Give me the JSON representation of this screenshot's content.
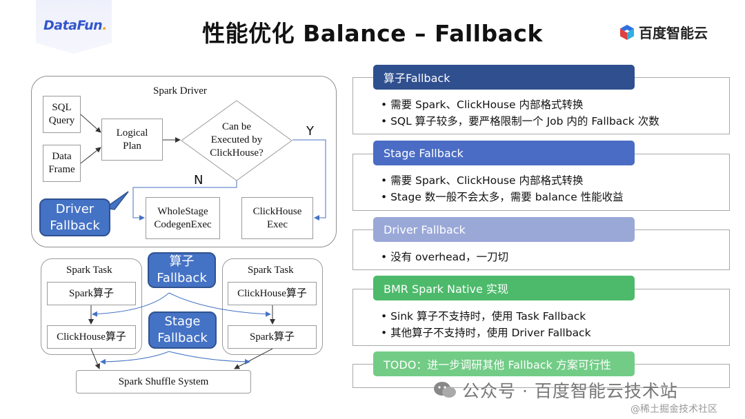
{
  "header": {
    "title": "性能优化 Balance – Fallback",
    "logo_left": {
      "main": "DataFun",
      "dot": "."
    },
    "logo_right": "百度智能云"
  },
  "diagram": {
    "driver_label": "Spark Driver",
    "sql_query": "SQL\nQuery",
    "data_frame": "Data\nFrame",
    "logical_plan": "Logical\nPlan",
    "decision": "Can be\nExecuted by\nClickHouse?",
    "yes": "Y",
    "no": "N",
    "wholestage": "WholeStage\nCodegenExec",
    "clickhouse_exec": "ClickHouse\nExec",
    "driver_fallback": "Driver\nFallback",
    "task_left": "Spark Task",
    "task_right": "Spark Task",
    "spark_op_left": "Spark算子",
    "ch_op_left": "ClickHouse算子",
    "ch_op_right": "ClickHouse算子",
    "spark_op_right": "Spark算子",
    "op_fallback": "算子\nFallback",
    "stage_fallback": "Stage\nFallback",
    "shuffle": "Spark Shuffle System"
  },
  "panels": [
    {
      "title": "算子Fallback",
      "color": "#2f4f8f",
      "bullets": [
        "• 需要 Spark、ClickHouse 内部格式转换",
        "• SQL 算子较多，要严格限制一个 Job 内的 Fallback 次数"
      ]
    },
    {
      "title": "Stage Fallback",
      "color": "#4a6cc4",
      "bullets": [
        "• 需要 Spark、ClickHouse 内部格式转换",
        "• Stage 数一般不会太多，需要 balance 性能收益"
      ]
    },
    {
      "title": "Driver Fallback",
      "color": "#9aa8d8",
      "bullets": [
        "• 没有 overhead，一刀切"
      ]
    },
    {
      "title": "BMR Spark Native 实现",
      "color": "#4cba6a",
      "bullets": [
        "• Sink 算子不支持时，使用 Task Fallback",
        "• 其他算子不支持时，使用 Driver Fallback"
      ]
    },
    {
      "title": "TODO：进一步调研其他 Fallback 方案可行性",
      "color": "#72cc86",
      "bullets": []
    }
  ],
  "watermark": {
    "main": "公众号 · 百度智能云技术站",
    "corner": "@稀土掘金技术社区"
  }
}
